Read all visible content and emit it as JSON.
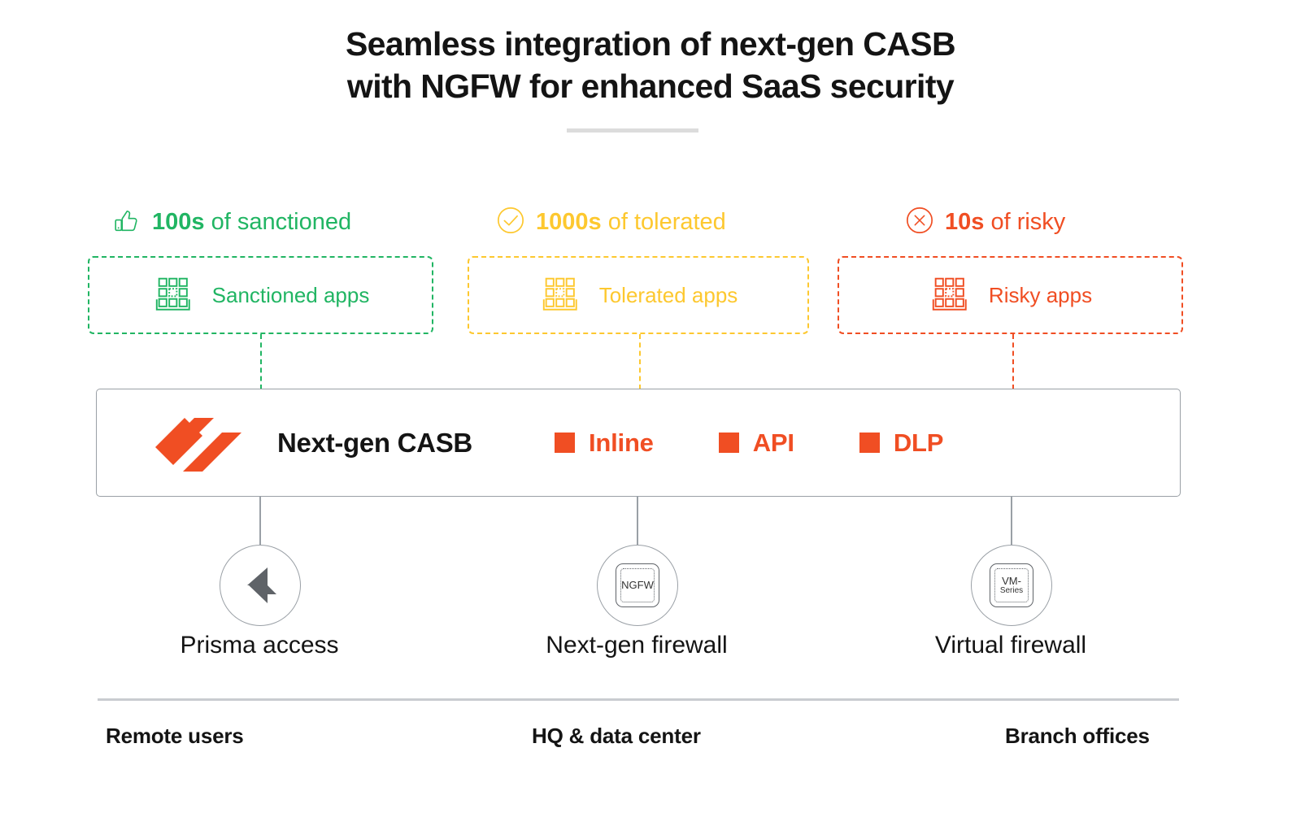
{
  "title": {
    "line1": "Seamless integration of next-gen CASB",
    "line2": "with NGFW for enhanced SaaS security"
  },
  "colors": {
    "sanctioned": "#21b563",
    "tolerated": "#fdc82f",
    "risky": "#f04e23",
    "brand_orange": "#f04e23",
    "neutral_line": "#9aa0a6",
    "text": "#141414"
  },
  "categories": [
    {
      "icon": "thumbs-up-icon",
      "count": "100s",
      "suffix": " of sanctioned",
      "box_label": "Sanctioned apps",
      "box_icon": "apps-grid-icon"
    },
    {
      "icon": "check-circle-icon",
      "count": "1000s",
      "suffix": " of tolerated",
      "box_label": "Tolerated apps",
      "box_icon": "apps-grid-icon"
    },
    {
      "icon": "x-circle-icon",
      "count": "10s",
      "suffix": " of risky",
      "box_label": "Risky apps",
      "box_icon": "apps-grid-icon"
    }
  ],
  "casb": {
    "logo_icon": "palo-alto-networks-logo",
    "title": "Next-gen CASB",
    "chips": [
      {
        "label": "Inline"
      },
      {
        "label": "API"
      },
      {
        "label": "DLP"
      }
    ]
  },
  "nodes": [
    {
      "icon": "prisma-access-icon",
      "label": "Prisma access",
      "device_line1": "",
      "device_line2": ""
    },
    {
      "icon": "ngfw-device-icon",
      "label": "Next-gen firewall",
      "device_line1": "NGFW",
      "device_line2": ""
    },
    {
      "icon": "vm-series-device-icon",
      "label": "Virtual firewall",
      "device_line1": "VM-",
      "device_line2": "Series"
    }
  ],
  "zones": [
    {
      "label": "Remote users"
    },
    {
      "label": "HQ & data center"
    },
    {
      "label": "Branch offices"
    }
  ]
}
